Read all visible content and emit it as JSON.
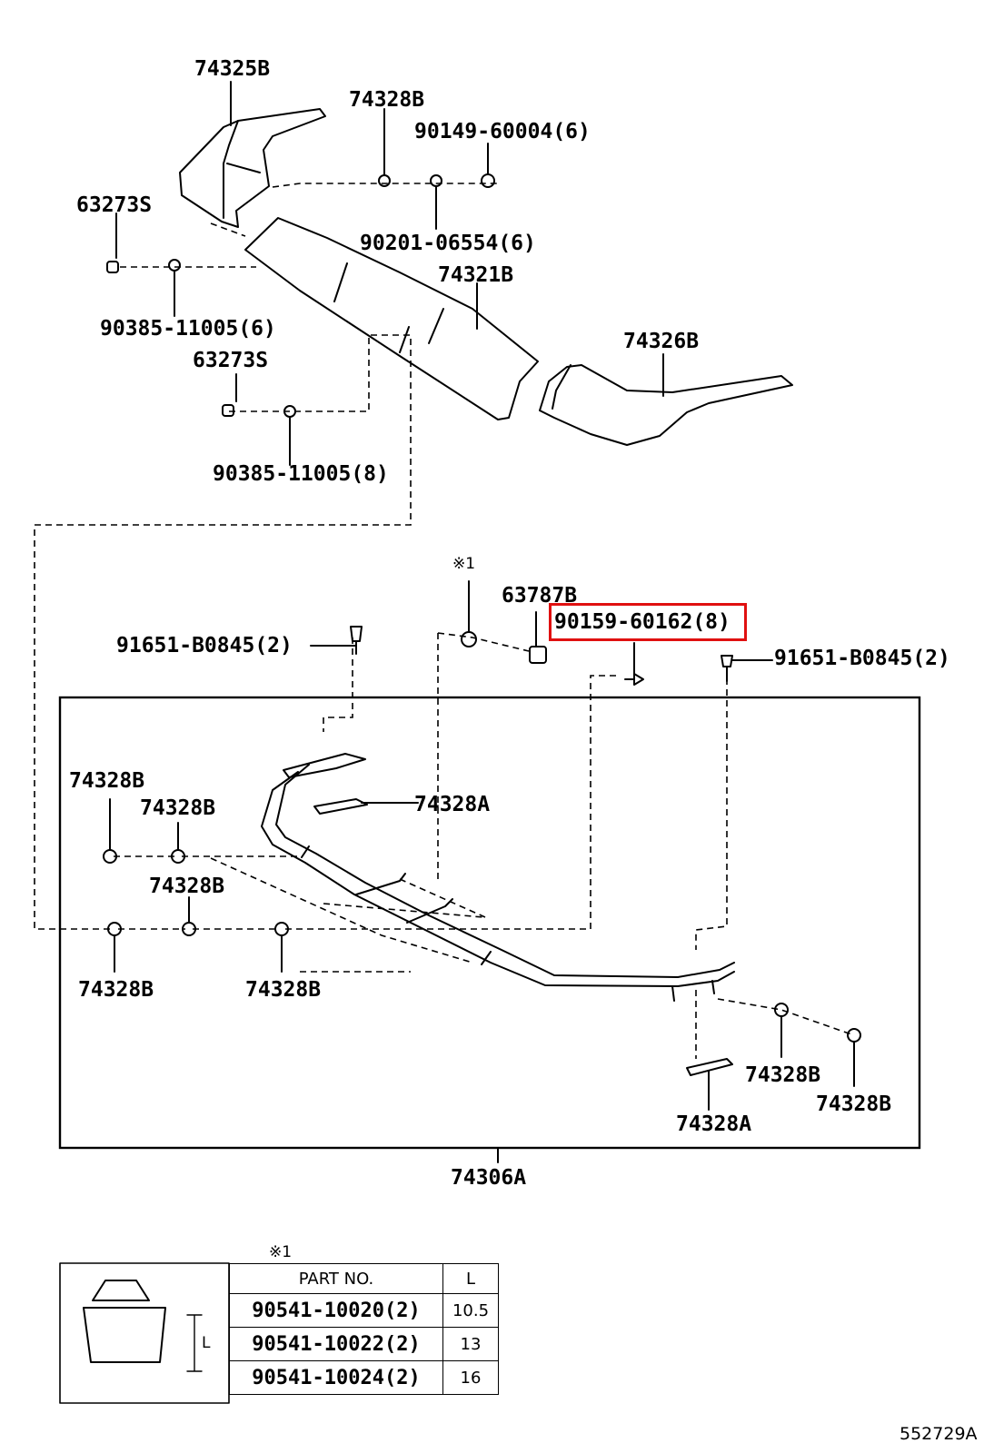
{
  "labels": {
    "p74325B": "74325B",
    "p74328B_top": "74328B",
    "p90149": "90149-60004(6)",
    "p63273S_a": "63273S",
    "p90201": "90201-06554(6)",
    "p74321B": "74321B",
    "p90385_a": "90385-11005(6)",
    "p63273S_b": "63273S",
    "p74326B": "74326B",
    "p90385_b": "90385-11005(8)",
    "note1_top": "※1",
    "p63787B": "63787B",
    "p90159": "90159-60162(8)",
    "p91651_left": "91651-B0845(2)",
    "p91651_right": "91651-B0845(2)",
    "p74328B_l1": "74328B",
    "p74328B_l2": "74328B",
    "p74328A_top": "74328A",
    "p74328B_l3": "74328B",
    "p74328B_bl": "74328B",
    "p74328B_bm": "74328B",
    "p74328B_r1": "74328B",
    "p74328B_r2": "74328B",
    "p74328A_bot": "74328A",
    "p74306A": "74306A",
    "note1_table": "※1",
    "sheet_id": "552729A"
  },
  "highlight": {
    "part": "90159-60162(8)",
    "color": "#e01010"
  },
  "table": {
    "head_part": "PART NO.",
    "head_l": "L",
    "dim_label": "L",
    "rows": [
      {
        "part": "90541-10020(2)",
        "l": "10.5"
      },
      {
        "part": "90541-10022(2)",
        "l": "13"
      },
      {
        "part": "90541-10024(2)",
        "l": "16"
      }
    ]
  }
}
